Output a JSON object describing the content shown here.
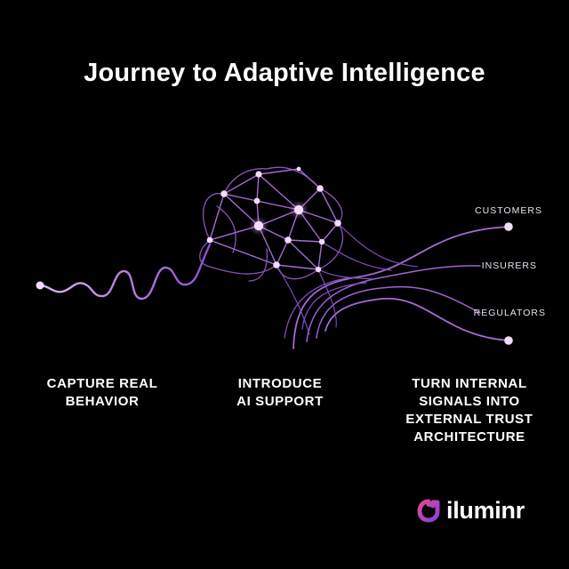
{
  "title": "Journey to Adaptive Intelligence",
  "steps": [
    {
      "lines": [
        "CAPTURE REAL",
        "BEHAVIOR"
      ]
    },
    {
      "lines": [
        "INTRODUCE",
        "AI SUPPORT"
      ]
    },
    {
      "lines": [
        "TURN INTERNAL",
        "SIGNALS INTO",
        "EXTERNAL TRUST",
        "ARCHITECTURE"
      ]
    }
  ],
  "outputs": {
    "customers": "CUSTOMERS",
    "insurers": "INSURERS",
    "regulators": "REGULATORS"
  },
  "brand": {
    "name": "iluminr",
    "logo_icon": "iluminr-logo-icon",
    "accent_colors": [
      "#e0489a",
      "#8b3fd6"
    ]
  },
  "colors": {
    "background": "#000000",
    "line": "#a56ad8",
    "node": "#f3dcff"
  }
}
